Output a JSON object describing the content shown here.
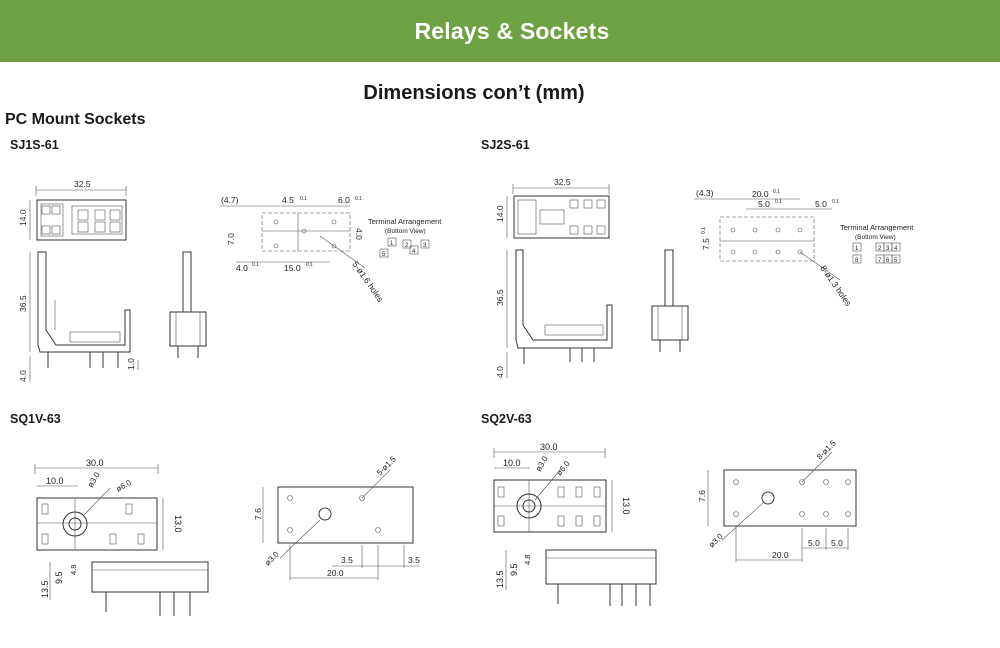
{
  "header": {
    "title": "Relays & Sockets"
  },
  "subtitle": "Dimensions con’t (mm)",
  "section_title": "PC Mount Sockets",
  "colors": {
    "banner": "#6ea144",
    "banner_text": "#ffffff"
  },
  "models": {
    "sj1s": {
      "label": "SJ1S-61",
      "dims": {
        "d32_5": "32.5",
        "d14_0": "14.0",
        "d36_5": "36.5",
        "d4_0": "4.0",
        "d1_0": "1.0",
        "d4_7": "(4.7)",
        "d4_5": "4.5",
        "d6_0": "6.0",
        "d7_0": "7.0",
        "d4_0b": "4.0",
        "d4_0c": "4.0",
        "d15_0": "15.0",
        "tol": "0.1",
        "holes": "5-ø1.6 holes"
      },
      "terminal_title": "Terminal Arrangement",
      "terminal_sub": "(Bottom View)",
      "terminals": [
        "1",
        "2",
        "3",
        "4",
        "5"
      ]
    },
    "sj2s": {
      "label": "SJ2S-61",
      "dims": {
        "d32_5": "32.5",
        "d14_0": "14.0",
        "d36_5": "36.5",
        "d4_0": "4.0",
        "d4_3": "(4.3)",
        "d20_0": "20.0",
        "d5_0a": "5.0",
        "d5_0b": "5.0",
        "d7_5": "7.5",
        "tol": "0.1",
        "holes": "8-ø1.3 holes"
      },
      "terminal_title": "Terminal Arrangement",
      "terminal_sub": "(Bottom View)",
      "terminals": [
        "1",
        "2",
        "3",
        "4",
        "8",
        "7",
        "6",
        "5"
      ]
    },
    "sq1v": {
      "label": "SQ1V-63",
      "dims": {
        "d30_0": "30.0",
        "d10_0": "10.0",
        "d3_0": "ø3.0",
        "d6_0": "ø6.0",
        "d13_0": "13.0",
        "d13_5": "13.5",
        "d9_5": "9.5",
        "d4_8": "4.8",
        "d7_6": "7.6",
        "holes": "5-ø1.5",
        "d3_0b": "ø3.0",
        "d3_5a": "3.5",
        "d3_5b": "3.5",
        "d20_0": "20.0"
      }
    },
    "sq2v": {
      "label": "SQ2V-63",
      "dims": {
        "d30_0": "30.0",
        "d10_0": "10.0",
        "d3_0": "ø3.0",
        "d6_0": "ø6.0",
        "d13_0": "13.0",
        "d13_5": "13.5",
        "d9_5": "9.5",
        "d4_8": "4.8",
        "d7_6": "7.6",
        "holes": "8-ø1.5",
        "d3_0b": "ø3.0",
        "d20_0": "20.0",
        "d5_0a": "5.0",
        "d5_0b": "5.0"
      }
    }
  }
}
